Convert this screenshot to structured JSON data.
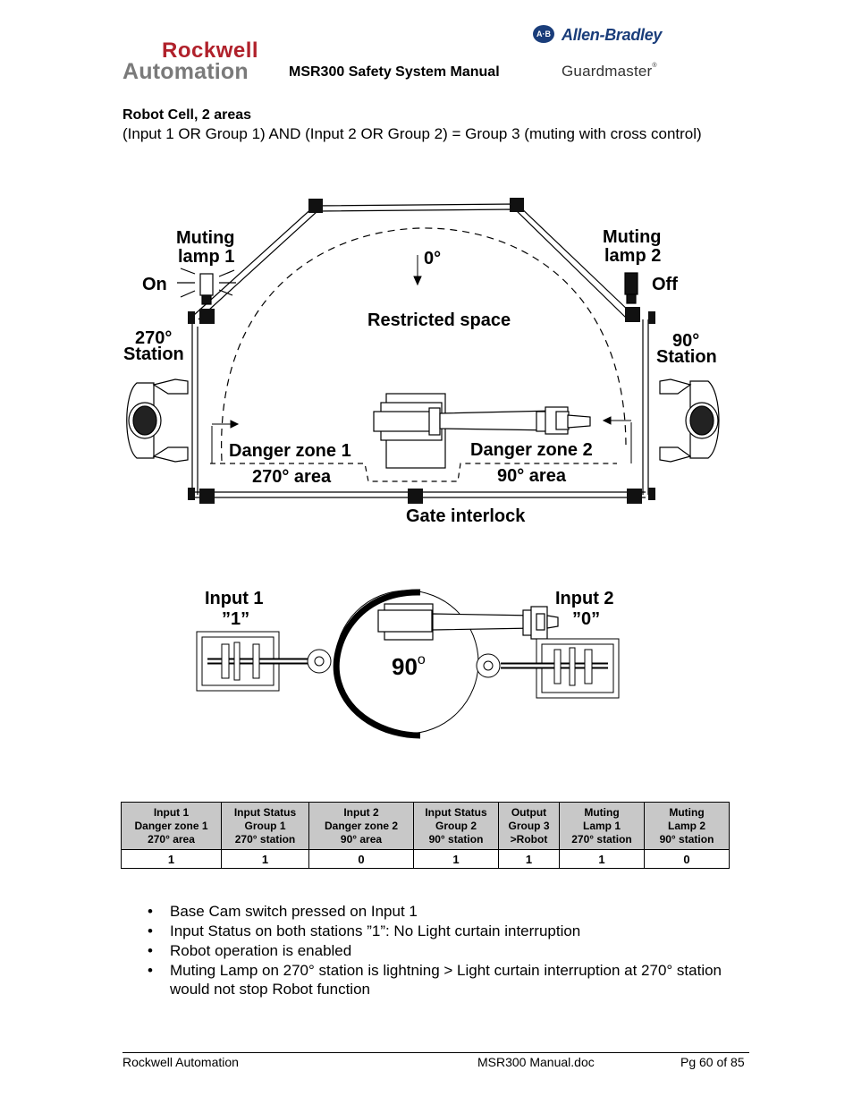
{
  "header": {
    "logo_line1": "Rockwell",
    "logo_line2": "Automation",
    "manual_title": "MSR300 Safety System Manual",
    "ab_badge": "A·B",
    "ab_brand": "Allen-Bradley",
    "gm_brand": "Guardmaster",
    "gm_reg": "®"
  },
  "section": {
    "title": "Robot Cell, 2 areas",
    "subtitle": "(Input 1 OR Group 1) AND (Input 2 OR Group 2) = Group 3 (muting with cross control)"
  },
  "diagram1": {
    "muting_lamp1_a": "Muting",
    "muting_lamp1_b": "lamp 1",
    "muting_lamp2_a": "Muting",
    "muting_lamp2_b": "lamp 2",
    "on_label": "On",
    "off_label": "Off",
    "zero_label": "0°",
    "restricted": "Restricted space",
    "st270_a": "270°",
    "st270_b": "Station",
    "st90_a": "90°",
    "st90_b": "Station",
    "dz1": "Danger zone 1",
    "dz1_area": "270° area",
    "dz2": "Danger zone 2",
    "dz2_area": "90° area",
    "gate": "Gate interlock"
  },
  "diagram2": {
    "input1_a": "Input 1",
    "input1_b": "”1”",
    "input2_a": "Input 2",
    "input2_b": "”0”",
    "angle": "90",
    "angle_deg": "o"
  },
  "table": {
    "headers": [
      [
        "Input 1",
        "Danger zone 1",
        "270° area"
      ],
      [
        "Input Status",
        "Group 1",
        "270° station"
      ],
      [
        "Input 2",
        "Danger zone 2",
        "90° area"
      ],
      [
        "Input Status",
        "Group 2",
        "90° station"
      ],
      [
        "Output",
        "Group 3",
        ">Robot"
      ],
      [
        "Muting",
        "Lamp 1",
        "270° station"
      ],
      [
        "Muting",
        "Lamp 2",
        "90° station"
      ]
    ],
    "row": [
      "1",
      "1",
      "0",
      "1",
      "1",
      "1",
      "0"
    ]
  },
  "notes": [
    "Base Cam switch pressed on Input 1",
    "Input Status on both stations ”1”: No Light curtain interruption",
    "Robot operation is enabled",
    "Muting Lamp on 270° station is lightning > Light curtain interruption at 270° station would not stop Robot function"
  ],
  "footer": {
    "left": "Rockwell Automation",
    "mid": "MSR300 Manual.doc",
    "right": "Pg 60 of 85"
  }
}
